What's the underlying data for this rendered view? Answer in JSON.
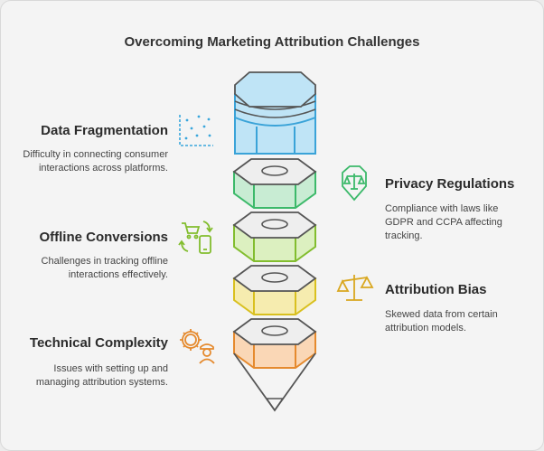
{
  "title": "Overcoming Marketing Attribution Challenges",
  "items": [
    {
      "heading": "Data Fragmentation",
      "description": "Difficulty in connecting consumer interactions across platforms.",
      "icon": "scatter-plot-icon",
      "color": "#39a6dc"
    },
    {
      "heading": "Privacy Regulations",
      "description": "Compliance with laws like GDPR and CCPA affecting tracking.",
      "icon": "privacy-scale-shield-icon",
      "color": "#3cb96a"
    },
    {
      "heading": "Offline Conversions",
      "description": "Challenges in tracking offline interactions effectively.",
      "icon": "cart-phone-sync-icon",
      "color": "#82bd2e"
    },
    {
      "heading": "Attribution Bias",
      "description": "Skewed data from certain attribution models.",
      "icon": "balance-scale-icon",
      "color": "#d9c01f"
    },
    {
      "heading": "Technical Complexity",
      "description": "Issues with setting up and managing attribution systems.",
      "icon": "gear-worker-icon",
      "color": "#e58a2e"
    }
  ]
}
